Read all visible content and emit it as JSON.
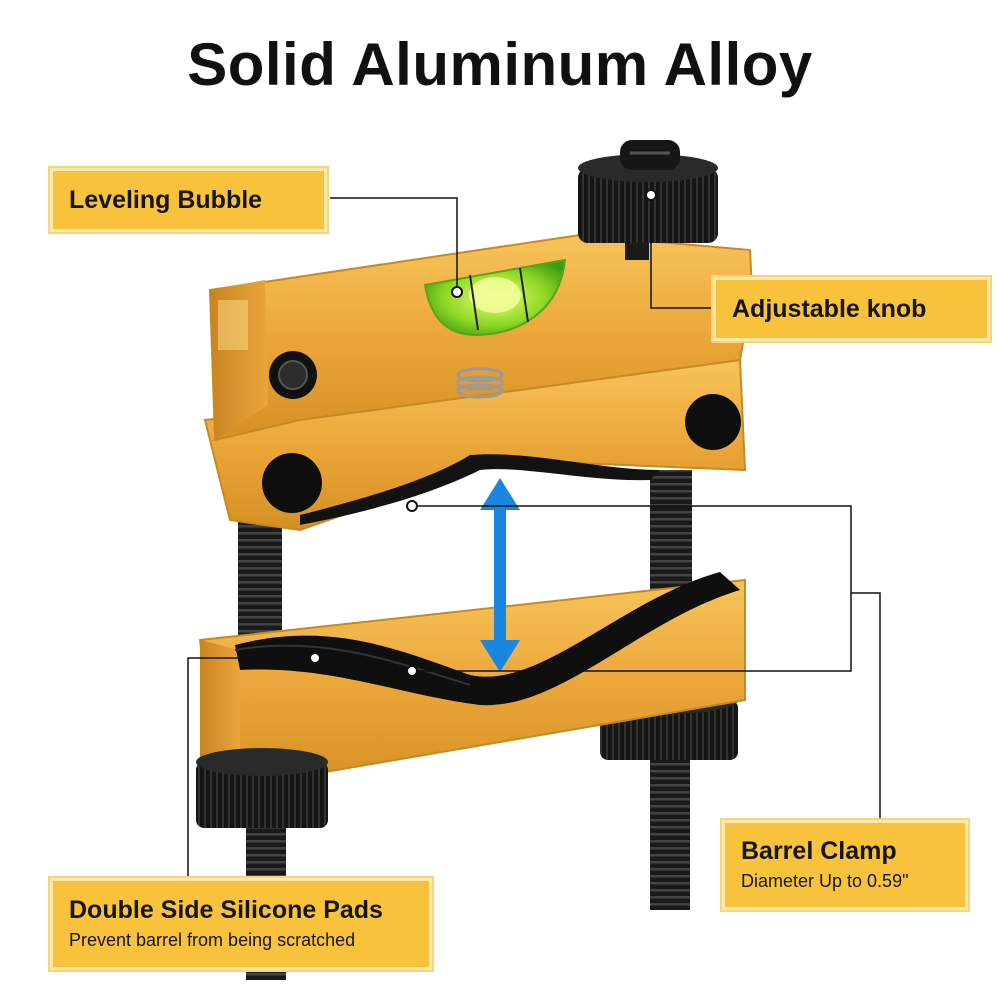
{
  "title": "Solid Aluminum Alloy",
  "callouts": {
    "leveling": {
      "label": "Leveling Bubble"
    },
    "knob": {
      "label": "Adjustable knob"
    },
    "clamp": {
      "label": "Barrel Clamp",
      "sub": "Diameter Up to 0.59\""
    },
    "pads": {
      "label": "Double Side Silicone Pads",
      "sub": "Prevent barrel from being scratched"
    }
  },
  "colors": {
    "callout_bg": "#f8c23c",
    "aluminum_gold": "#e9a83a",
    "arrow_blue": "#1a86e0",
    "bubble_green": "#7ed321",
    "black_parts": "#151515"
  }
}
